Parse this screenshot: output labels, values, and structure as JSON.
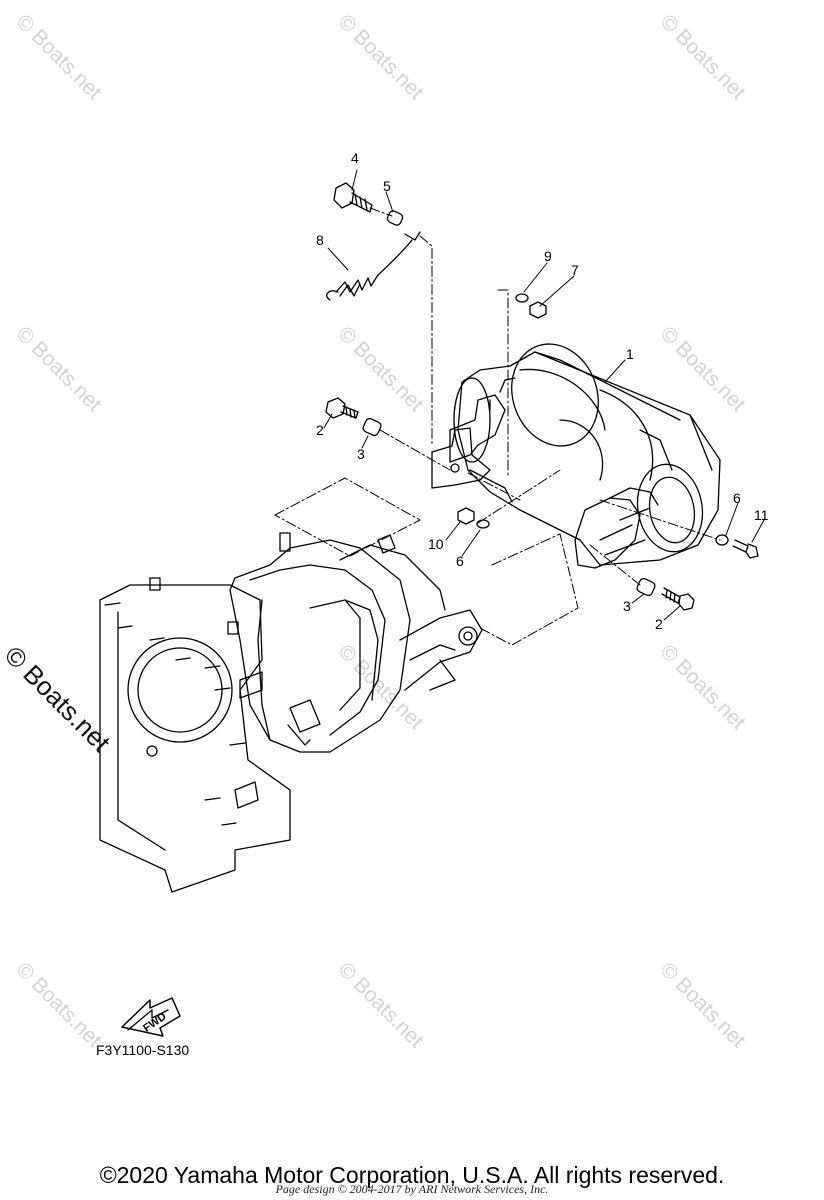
{
  "watermark": {
    "text": "© Boats.net",
    "side_text": "© Boats.net"
  },
  "callouts": {
    "c1": "1",
    "c2a": "2",
    "c2b": "2",
    "c3a": "3",
    "c3b": "3",
    "c4": "4",
    "c5": "5",
    "c6a": "6",
    "c6b": "6",
    "c7": "7",
    "c8": "8",
    "c9": "9",
    "c10": "10",
    "c11": "11"
  },
  "fwd_label": "FWD",
  "diagram_code": "F3Y1100-S130",
  "copyright": "©2020 Yamaha Motor Corporation, U.S.A. All rights reserved.",
  "page_credit": "Page design © 2004-2017 by ARI Network Services, Inc.",
  "colors": {
    "line": "#000000",
    "watermark": "#d2d2d2",
    "background": "#ffffff"
  }
}
